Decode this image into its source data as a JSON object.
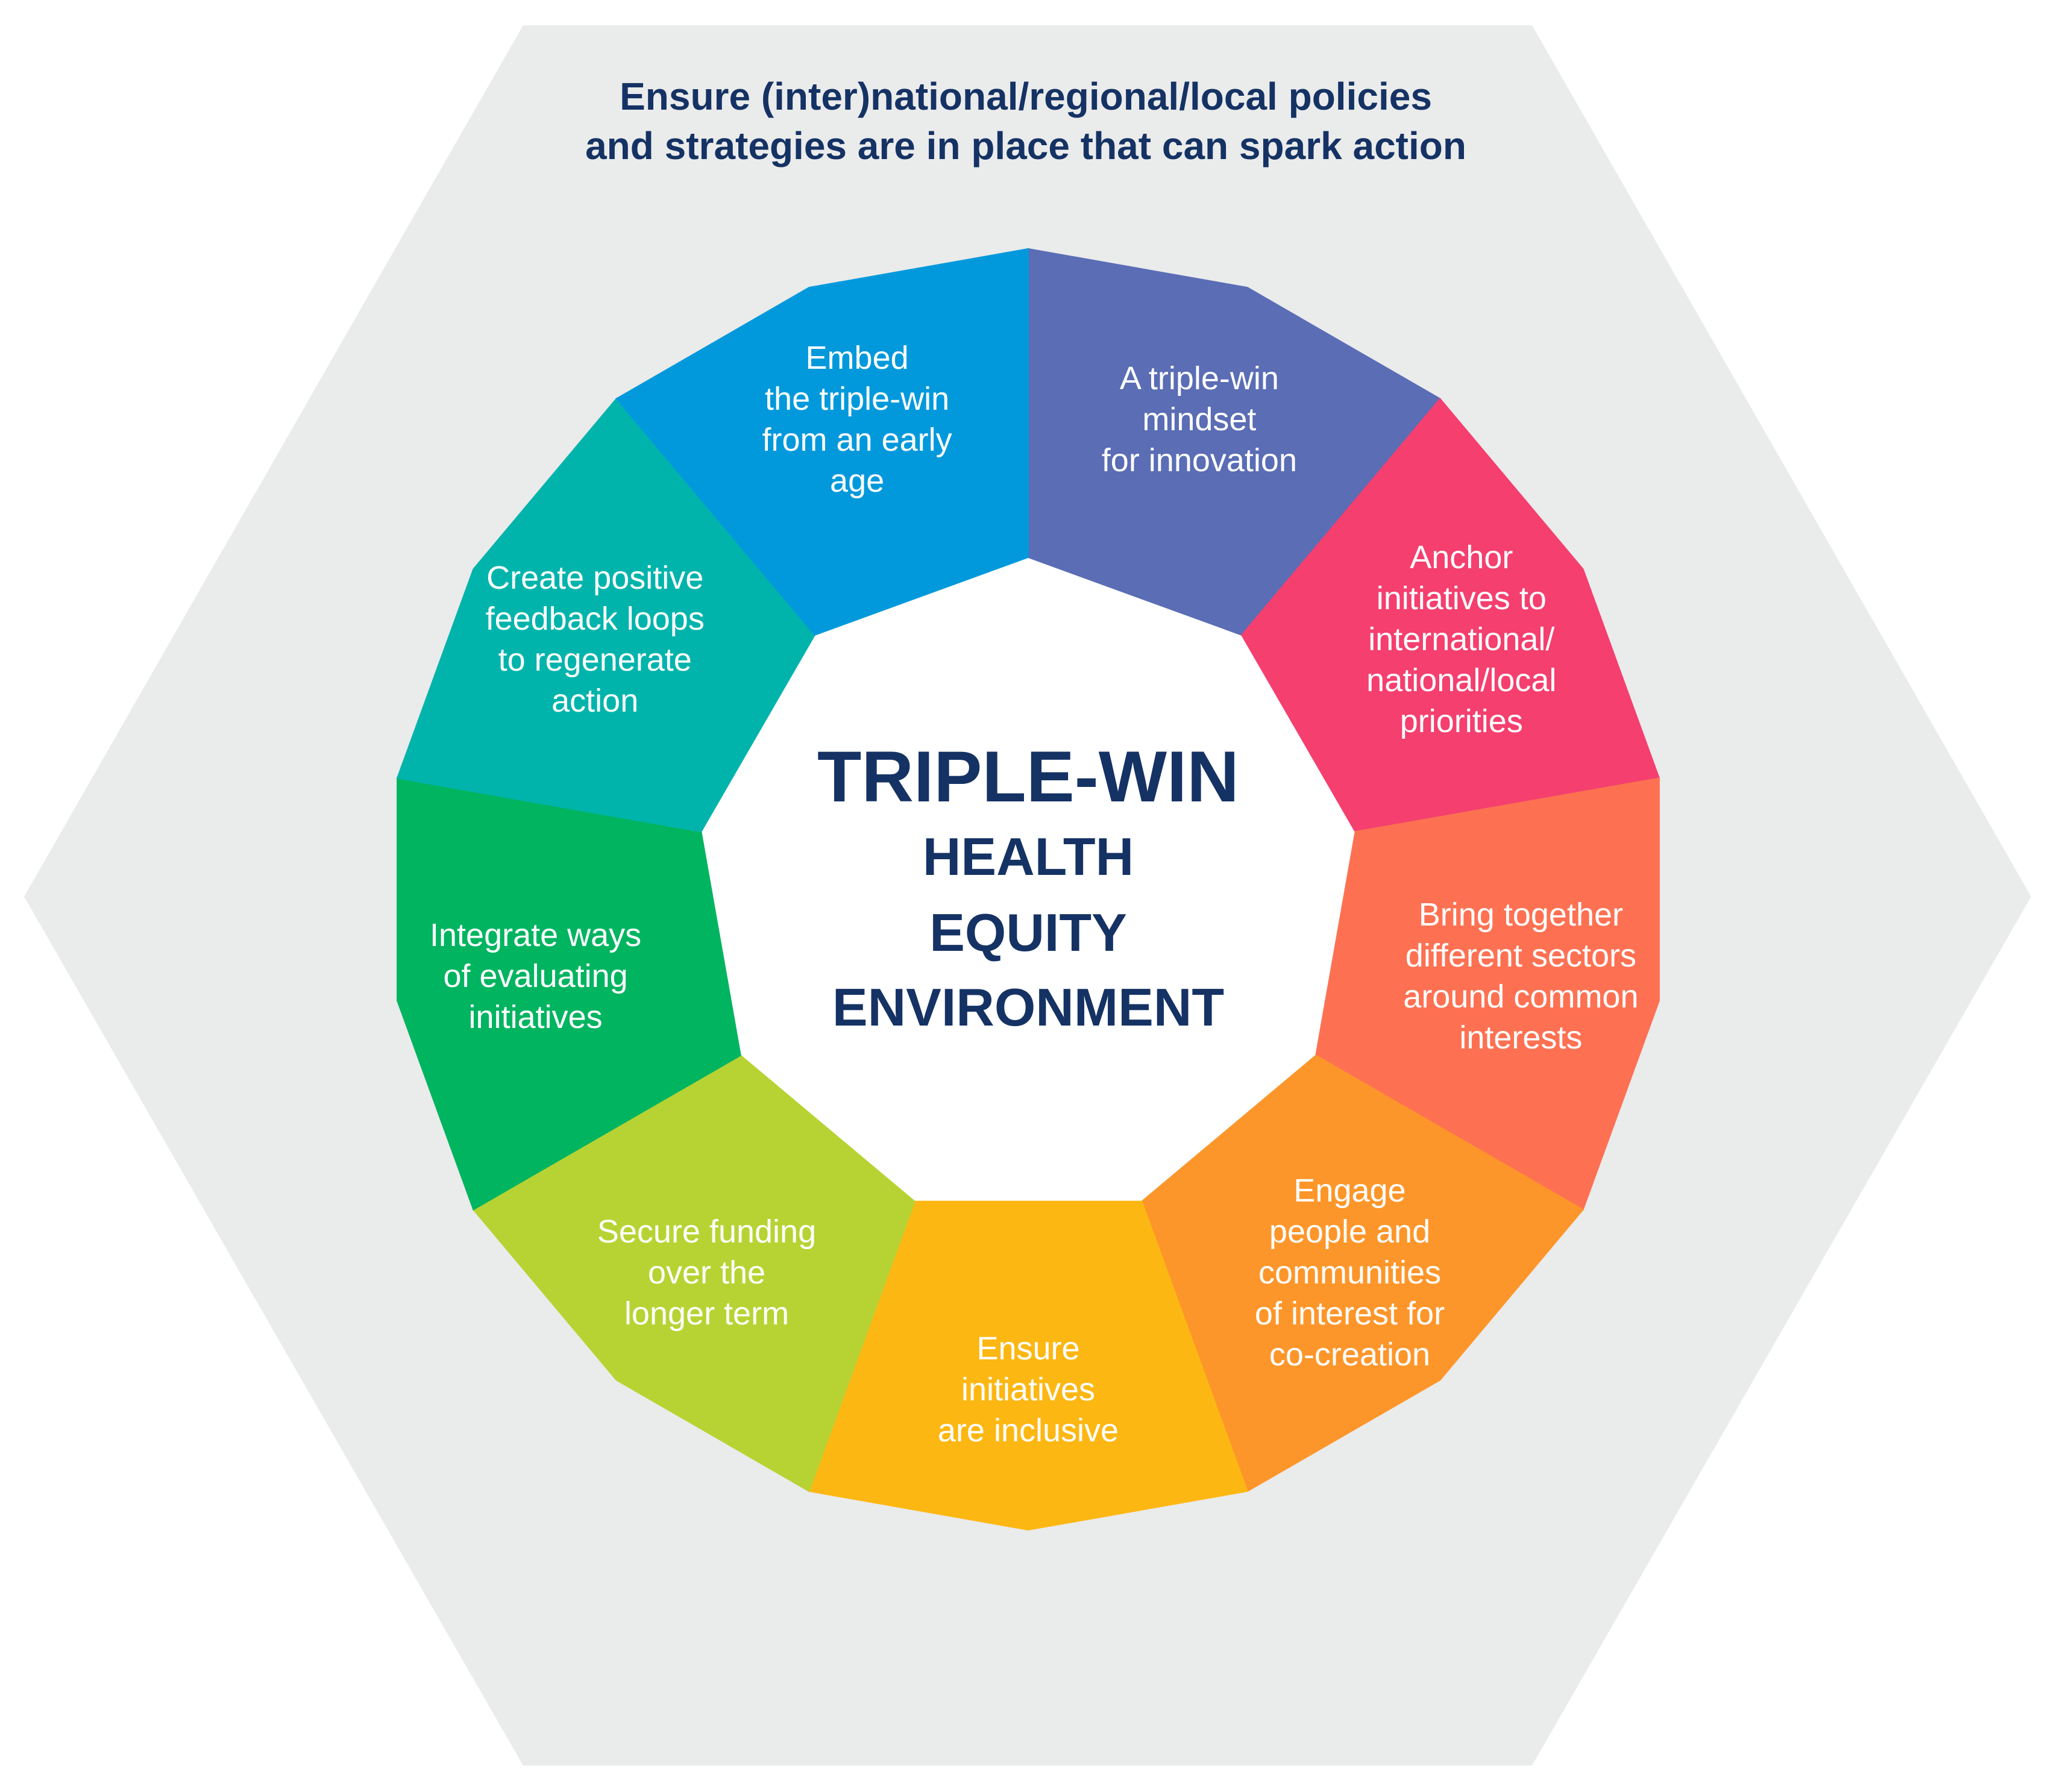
{
  "heading": {
    "line1": "Ensure (inter)national/regional/local policies",
    "line2": "and strategies are in place that can spark action"
  },
  "center": {
    "title": "TRIPLE-WIN",
    "line1": "HEALTH",
    "line2": "EQUITY",
    "line3": "ENVIRONMENT"
  },
  "colors": {
    "hexagon_bg": "#EAEBEB",
    "text_dark": "#153264",
    "center_fill": "#FFFFFF"
  },
  "segments": [
    {
      "lines": [
        "A triple-win",
        "mindset",
        "for innovation"
      ],
      "color": "#5A6DB5"
    },
    {
      "lines": [
        "Anchor",
        "initiatives to",
        "international/",
        "national/local",
        "priorities"
      ],
      "color": "#F43F6F"
    },
    {
      "lines": [
        "Bring together",
        "different sectors",
        "around common",
        "interests"
      ],
      "color": "#FD7152"
    },
    {
      "lines": [
        "Engage",
        "people and",
        "communities",
        "of interest for",
        "co-creation"
      ],
      "color": "#FD962A"
    },
    {
      "lines": [
        "Ensure",
        "initiatives",
        "are inclusive"
      ],
      "color": "#FDB713"
    },
    {
      "lines": [
        "Secure funding",
        "over the",
        "longer term"
      ],
      "color": "#B7D333"
    },
    {
      "lines": [
        "Integrate ways",
        "of evaluating",
        "initiatives"
      ],
      "color": "#00B460"
    },
    {
      "lines": [
        "Create positive",
        "feedback loops",
        "to regenerate",
        "action"
      ],
      "color": "#00B4AC"
    },
    {
      "lines": [
        "Embed",
        "the triple-win",
        "from an early",
        "age"
      ],
      "color": "#0299DC"
    }
  ]
}
